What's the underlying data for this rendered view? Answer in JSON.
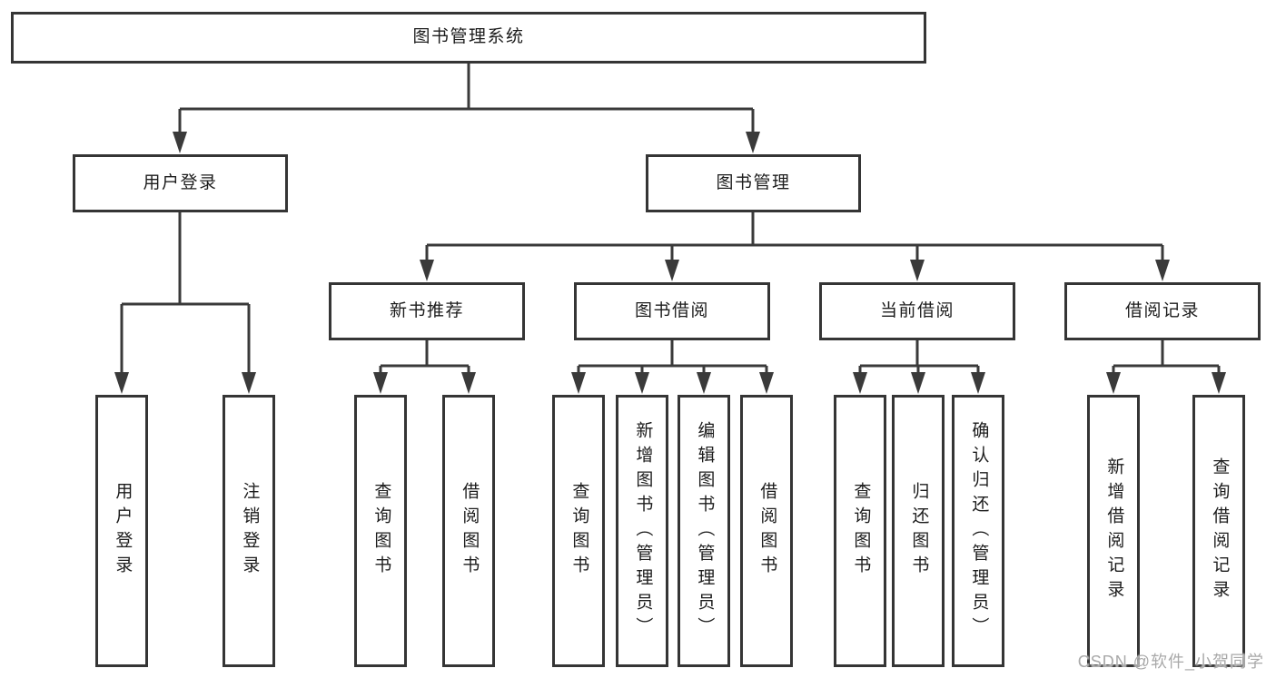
{
  "tree": {
    "root": {
      "label": "图书管理系统"
    },
    "branches": [
      {
        "label": "用户登录",
        "children": [
          {
            "label": "用户登录"
          },
          {
            "label": "注销登录"
          }
        ]
      },
      {
        "label": "图书管理",
        "children": [
          {
            "label": "新书推荐",
            "children": [
              {
                "label": "查询图书"
              },
              {
                "label": "借阅图书"
              }
            ]
          },
          {
            "label": "图书借阅",
            "children": [
              {
                "label": "查询图书"
              },
              {
                "label": "新增图书（管理员）"
              },
              {
                "label": "编辑图书（管理员）"
              },
              {
                "label": "借阅图书"
              }
            ]
          },
          {
            "label": "当前借阅",
            "children": [
              {
                "label": "查询图书"
              },
              {
                "label": "归还图书"
              },
              {
                "label": "确认归还（管理员）"
              }
            ]
          },
          {
            "label": "借阅记录",
            "children": [
              {
                "label": "新增借阅记录"
              },
              {
                "label": "查询借阅记录"
              }
            ]
          }
        ]
      }
    ]
  },
  "watermark": {
    "text": "CSDN @软件_小贺同学"
  },
  "colors": {
    "line": "#3a3a3a",
    "box_border": "#353535",
    "text": "#1c1c1c",
    "watermark": "#a9a9a9",
    "background": "#ffffff"
  }
}
